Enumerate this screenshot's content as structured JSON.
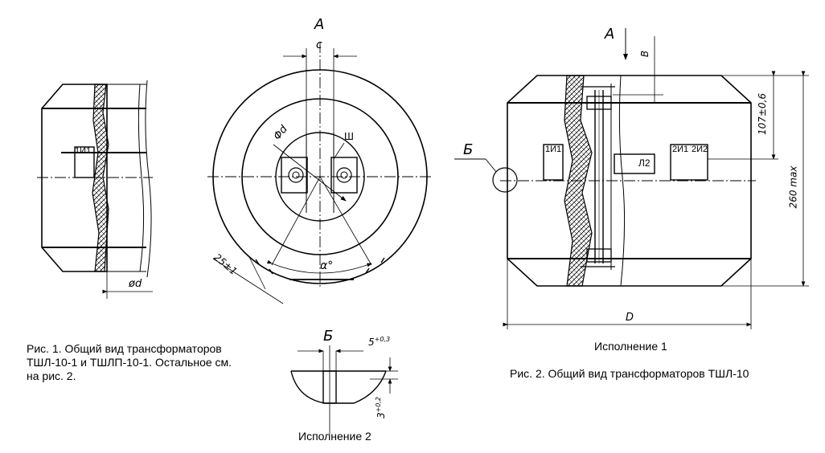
{
  "captions": {
    "fig1": "Рис. 1. Общий вид трансформаторов\nТШЛ-10-1 и ТШЛП-10-1. Остальное см.\nна рис. 2.",
    "fig2": "Рис. 2. Общий вид трансформаторов ТШЛ-10",
    "version1": "Исполнение 1",
    "version2": "Исполнение 2"
  },
  "labels": {
    "view_a": "А",
    "view_a2": "А",
    "view_b": "Б",
    "view_b2": "Б",
    "c": "c",
    "phi_d": "Φd",
    "sh": "Ш",
    "alpha": "α°",
    "dim_25": "25±1",
    "diam_d": "ød",
    "i1": "1И1",
    "i1b": "1И1",
    "l2": "Л2",
    "i21": "2И1",
    "i22": "2И2",
    "dim_b": "В",
    "dim_107": "107±0,6",
    "dim_260": "260 max",
    "dim_D": "D",
    "dim_5": "5",
    "dim_5_tol": "+0,3",
    "dim_3": "3",
    "dim_3_tol": "+0,2"
  }
}
